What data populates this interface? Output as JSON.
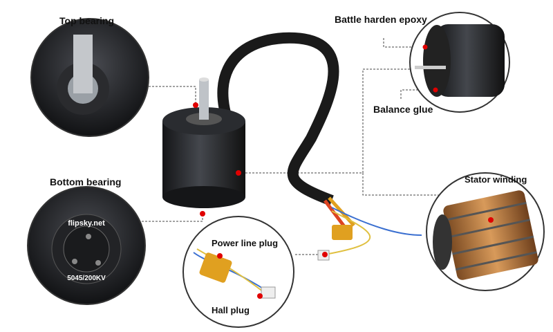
{
  "labels": {
    "top_bearing": "Top bearing",
    "epoxy": "Battle harden epoxy",
    "balance_glue": "Balance glue",
    "bottom_bearing": "Bottom bearing",
    "stator_winding": "Stator winding",
    "power_line_plug": "Power line plug",
    "hall_plug": "Hall plug"
  },
  "motor_markings": {
    "brand": "flipsky.net",
    "model": "5045/200KV"
  },
  "colors": {
    "marker": "#e00000",
    "motor_body": "#1c1d20",
    "connector": "#e0a020",
    "copper": "#b8733a"
  }
}
